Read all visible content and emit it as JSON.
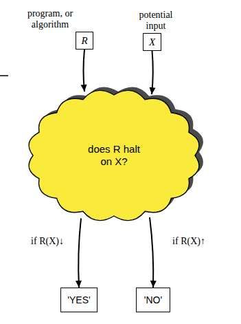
{
  "diagram": {
    "nodes": [
      {
        "text": [
          "program, or algorithm",
          "R"
        ]
      },
      {
        "text": [
          "potential input",
          "X"
        ]
      },
      {
        "text": [
          "does R halt on X?"
        ]
      },
      {
        "text": [
          "'YES'"
        ]
      },
      {
        "text": [
          "'NO'"
        ]
      }
    ],
    "edges": [
      {
        "from": 0,
        "to": 2,
        "arrow": "to"
      },
      {
        "from": 1,
        "to": 2,
        "arrow": "to"
      },
      {
        "from": 2,
        "to": 3,
        "label": "if R(X)↓",
        "arrow": "to"
      },
      {
        "from": 2,
        "to": 4,
        "label": "if R(X)↑",
        "arrow": "to"
      }
    ]
  }
}
